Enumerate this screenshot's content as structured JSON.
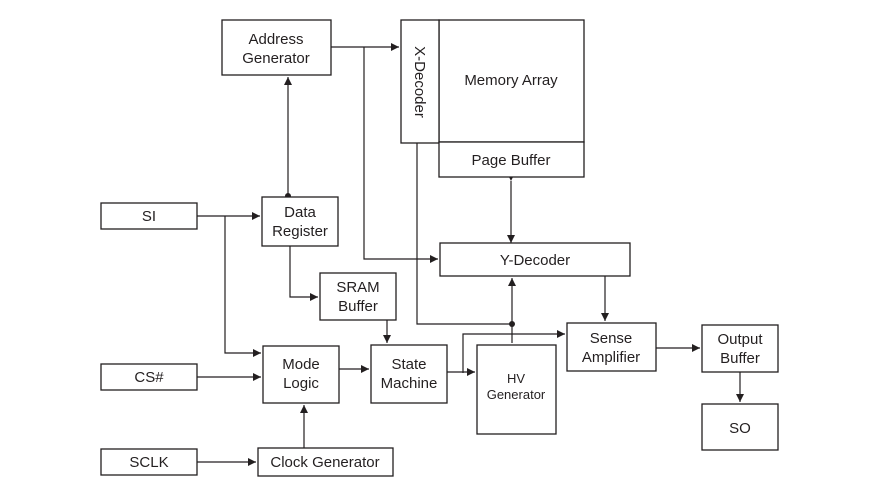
{
  "blocks": {
    "address_generator": [
      "Address",
      "Generator"
    ],
    "x_decoder": "X-Decoder",
    "memory_array": "Memory Array",
    "page_buffer": "Page Buffer",
    "si": "SI",
    "data_register": [
      "Data",
      "Register"
    ],
    "y_decoder": "Y-Decoder",
    "sram_buffer": [
      "SRAM",
      "Buffer"
    ],
    "sense_amplifier": [
      "Sense",
      "Amplifier"
    ],
    "output_buffer": [
      "Output",
      "Buffer"
    ],
    "cs": "CS#",
    "mode_logic": [
      "Mode",
      "Logic"
    ],
    "state_machine": [
      "State",
      "Machine"
    ],
    "hv_generator": [
      "HV",
      "Generator"
    ],
    "so": "SO",
    "sclk": "SCLK",
    "clock_generator": "Clock Generator"
  },
  "colors": {
    "line": "#231f20",
    "fill": "#ffffff"
  }
}
